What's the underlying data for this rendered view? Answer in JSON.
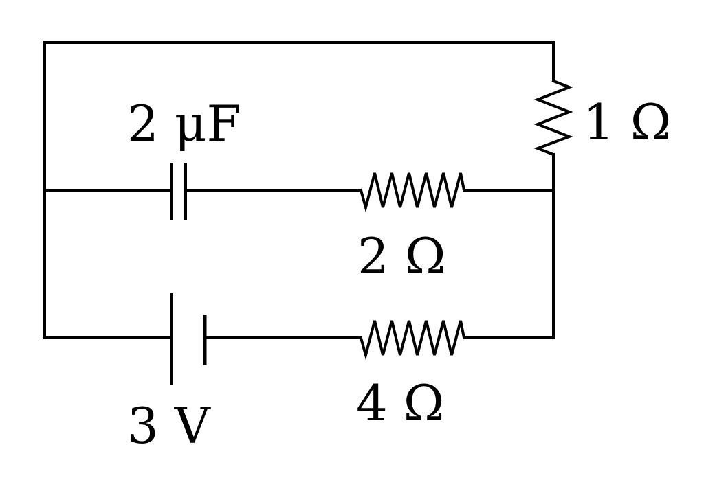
{
  "labels": {
    "capacitor": "2 μF",
    "r1": "1 Ω",
    "r2": "2 Ω",
    "r4": "4 Ω",
    "battery": "3 V"
  },
  "colors": {
    "stroke": "#000000",
    "background": "#ffffff"
  }
}
